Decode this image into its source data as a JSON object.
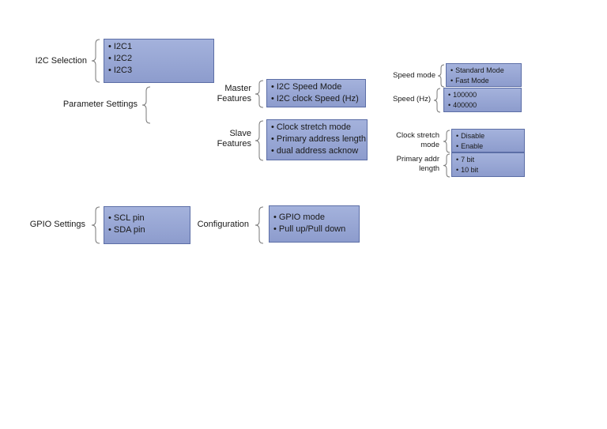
{
  "i2c_selection": {
    "label": "I2C Selection",
    "items": [
      "I2C1",
      "I2C2",
      "I2C3"
    ]
  },
  "parameter_settings": {
    "label": "Parameter Settings"
  },
  "master_features": {
    "label_line1": "Master",
    "label_line2": "Features",
    "items": [
      "I2C Speed Mode",
      "I2C clock Speed (Hz)"
    ]
  },
  "speed_mode": {
    "label": "Speed mode",
    "items": [
      "Standard Mode",
      "Fast Mode"
    ]
  },
  "speed_hz": {
    "label": "Speed (Hz)",
    "items": [
      "100000",
      "400000"
    ]
  },
  "slave_features": {
    "label_line1": "Slave",
    "label_line2": "Features",
    "items": [
      "Clock stretch mode",
      "Primary address length",
      "dual address acknow"
    ]
  },
  "clock_stretch_mode": {
    "label_line1": "Clock stretch",
    "label_line2": "mode",
    "items": [
      "Disable",
      "Enable"
    ]
  },
  "primary_addr_length": {
    "label_line1": "Primary addr",
    "label_line2": "length",
    "items": [
      "7 bit",
      "10 bit"
    ]
  },
  "gpio_settings": {
    "label": "GPIO Settings",
    "items": [
      "SCL pin",
      "SDA pin"
    ]
  },
  "configuration": {
    "label": "Configuration",
    "items": [
      "GPIO mode",
      "Pull up/Pull down"
    ]
  }
}
